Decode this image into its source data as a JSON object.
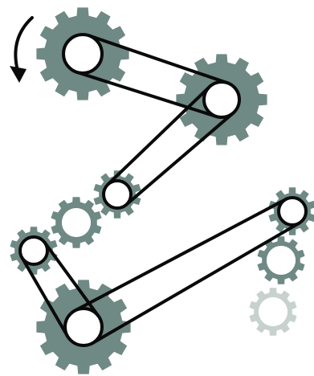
{
  "colors": {
    "background": "#ffffff",
    "gear": "#6f8984",
    "gear_faded": "#c7d2cf",
    "hub_fill": "#ffffff",
    "belt": "#0a0a0a",
    "arrow": "#0a0a0a"
  },
  "icons": {
    "rotation_arrow": "counterclockwise-arrow-icon"
  },
  "diagram": {
    "gear_count": 9,
    "belt_count": 4,
    "drive_direction": "counterclockwise"
  }
}
